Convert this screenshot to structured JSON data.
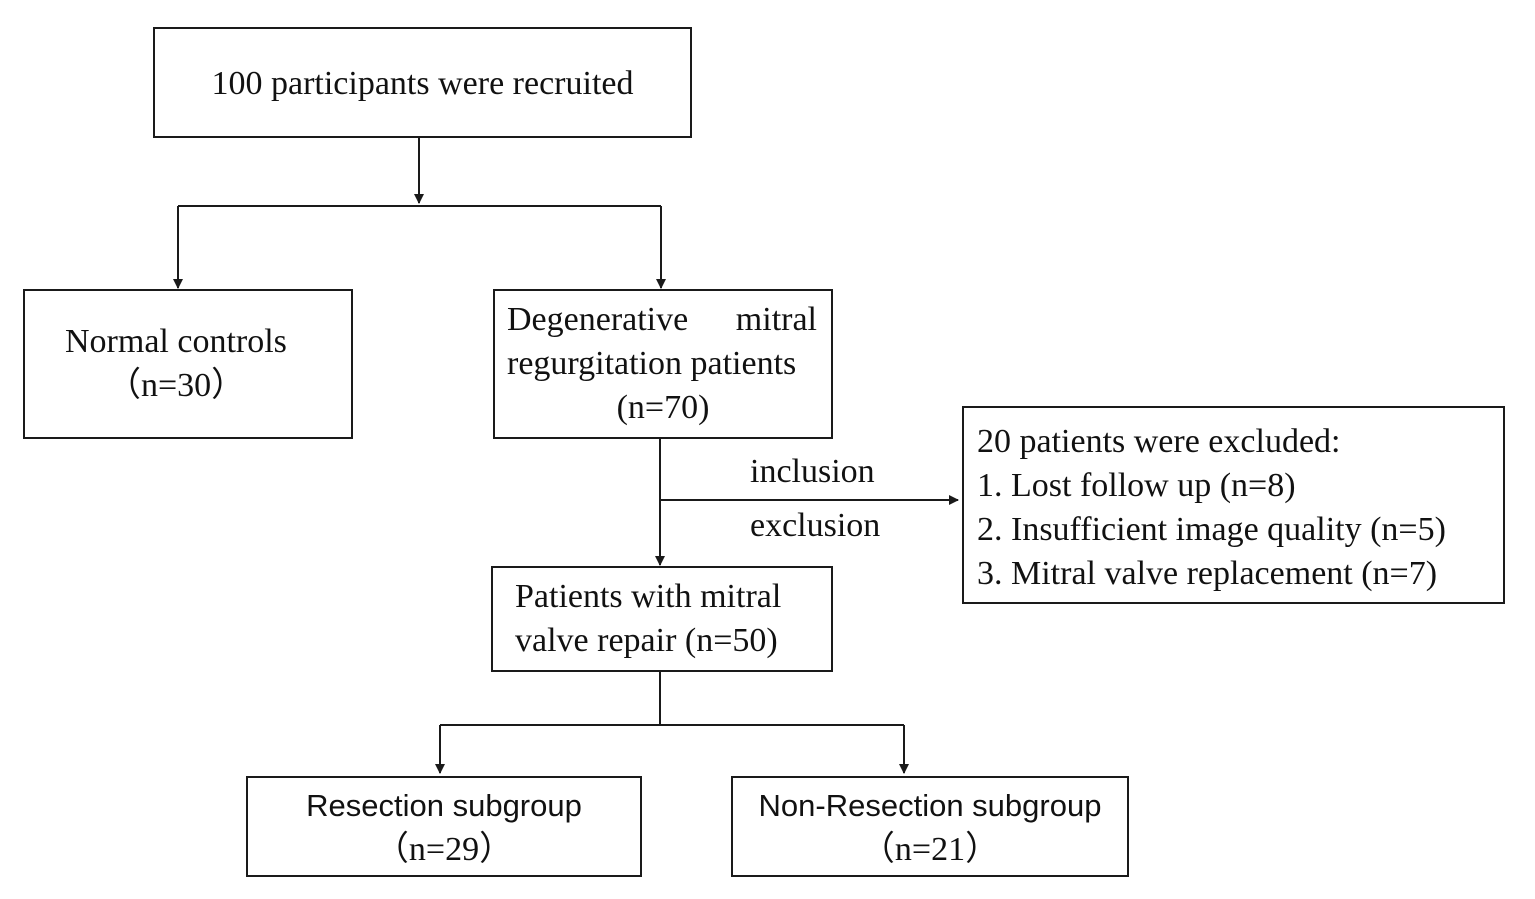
{
  "recruited": {
    "text": "100 participants were recruited"
  },
  "controls": {
    "line1": "Normal controls",
    "line2": "（n=30）"
  },
  "dmr": {
    "line1a": "Degenerative",
    "line1b": "mitral",
    "line2": "regurgitation patients",
    "line3": "(n=70)"
  },
  "excluded": {
    "heading": "20 patients were excluded:",
    "items": [
      "1. Lost follow up (n=8)",
      "2. Insufficient image quality (n=5)",
      "3. Mitral valve replacement  (n=7)"
    ]
  },
  "criteria": {
    "inclusion": "inclusion",
    "exclusion": "exclusion"
  },
  "repair": {
    "line1": "Patients with mitral",
    "line2": "valve repair (n=50)"
  },
  "resection": {
    "line1": "Resection subgroup",
    "line2": "（n=29）"
  },
  "nonresection": {
    "line1": "Non-Resection subgroup",
    "line2": "（n=21）"
  }
}
